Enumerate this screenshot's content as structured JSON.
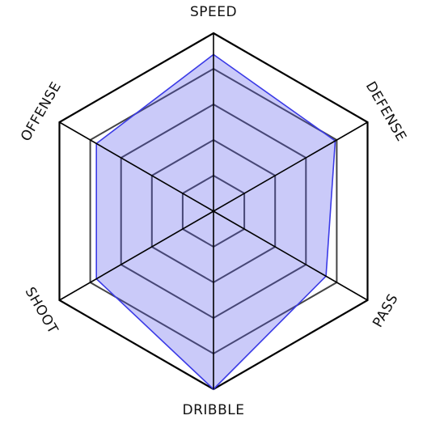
{
  "chart_data": {
    "type": "radar",
    "axes": [
      "SPEED",
      "DEFENSE",
      "PASS",
      "DRIBBLE",
      "SHOOT",
      "OFFENSE"
    ],
    "values": [
      88,
      79,
      73,
      100,
      76,
      76
    ],
    "range": [
      0,
      100
    ],
    "rings": 5,
    "grid": true,
    "colors": {
      "fill": "#5050eb",
      "stroke": "#3a3ae6",
      "grid": "#444444",
      "outer": "#000000"
    }
  }
}
